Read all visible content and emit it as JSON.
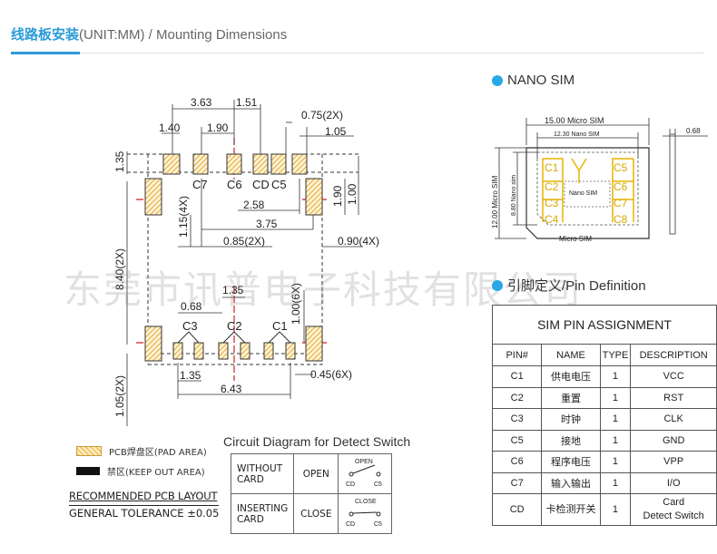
{
  "header": {
    "title_zh": "线路板安装",
    "title_en": "(UNIT:MM) / Mounting Dimensions"
  },
  "watermark": "东莞市讯普电子科技有限公司",
  "pcb": {
    "dims": {
      "d363": "3.63",
      "d151": "1.51",
      "d075": "0.75(2X)",
      "d140": "1.40",
      "d190a": "1.90",
      "d105": "1.05",
      "d135a": "1.35",
      "d258": "2.58",
      "d375": "3.75",
      "d115": "1.15(4X)",
      "d190b": "1.90",
      "d100": "1.00",
      "d085": "0.85(2X)",
      "d090": "0.90(4X)",
      "d840": "8.40(2X)",
      "d068": "0.68",
      "d135b": "1.35",
      "d100b": "1.00(6X)",
      "d135c": "1.35",
      "d045": "0.45(6X)",
      "d643": "6.43",
      "d105b": "1.05(2X)"
    },
    "pins_top": {
      "c7": "C7",
      "c6": "C6",
      "cd": "CD",
      "c5": "C5"
    },
    "pins_bottom": {
      "c3": "C3",
      "c2": "C2",
      "c1": "C1"
    }
  },
  "legend": {
    "pad": "PCB焊盘区(PAD AREA)",
    "keepout": "禁区(KEEP OUT AREA)"
  },
  "layout_title": "RECOMMENDED PCB LAYOUT",
  "tolerance": "GENERAL TOLERANCE ±0.05",
  "circuit": {
    "title": "Circuit Diagram for Detect Switch",
    "rows": [
      {
        "state": "WITHOUT CARD",
        "action": "OPEN",
        "sw_label": "OPEN",
        "l": "CD",
        "r": "C5"
      },
      {
        "state": "INSERTING CARD",
        "action": "CLOSE",
        "sw_label": "CLOSE",
        "l": "CD",
        "r": "C5"
      }
    ]
  },
  "nano": {
    "heading": "NANO SIM",
    "w_micro": "15.00 Micro SIM",
    "w_nano": "12.30 Nano SIM",
    "h_micro": "12.00 Micro SIM",
    "h_nano": "8.80 Nano sim",
    "thick": "0.68",
    "inner": "Nano SIM",
    "bottom": "Micro SIM",
    "contacts": [
      "C1",
      "C5",
      "C2",
      "C6",
      "C3",
      "C7",
      "C4",
      "C8"
    ]
  },
  "pindef": {
    "heading": "引脚定义/Pin Definition",
    "title": "SIM PIN ASSIGNMENT",
    "headers": [
      "PIN#",
      "NAME",
      "TYPE",
      "DESCRIPTION"
    ],
    "rows": [
      [
        "C1",
        "供电电压",
        "1",
        "VCC"
      ],
      [
        "C2",
        "重置",
        "1",
        "RST"
      ],
      [
        "C3",
        "时钟",
        "1",
        "CLK"
      ],
      [
        "C5",
        "接地",
        "1",
        "GND"
      ],
      [
        "C6",
        "程序电压",
        "1",
        "VPP"
      ],
      [
        "C7",
        "输入输出",
        "1",
        "I/O"
      ]
    ],
    "last": {
      "pin": "CD",
      "name": "卡检测开关",
      "type": "1",
      "desc1": "Card",
      "desc2": "Detect Switch"
    }
  }
}
